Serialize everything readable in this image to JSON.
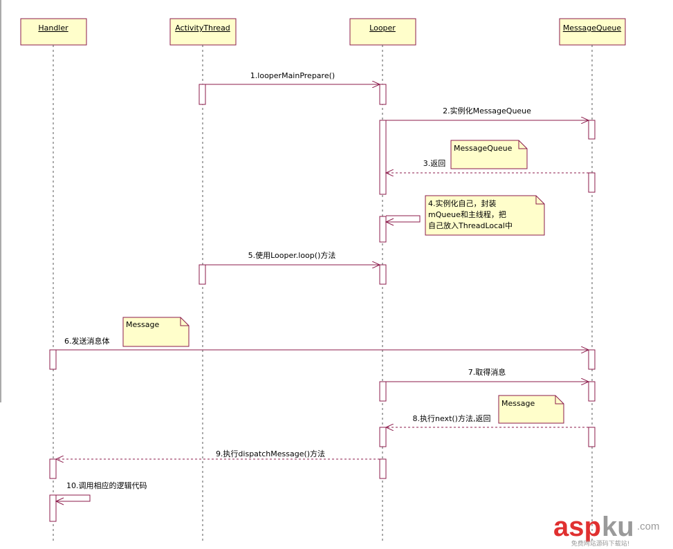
{
  "lifelines": [
    {
      "id": "handler",
      "label": "Handler"
    },
    {
      "id": "activitythread",
      "label": "ActivityThread"
    },
    {
      "id": "looper",
      "label": "Looper"
    },
    {
      "id": "messagequeue",
      "label": "MessageQueue"
    }
  ],
  "messages": [
    {
      "id": "m1",
      "label": "1.looperMainPrepare()"
    },
    {
      "id": "m2",
      "label": "2.实例化MessageQueue"
    },
    {
      "id": "m3",
      "label": "3.返回"
    },
    {
      "id": "m4",
      "label_lines": [
        "4.实例化自己，封装",
        "mQueue和主线程，把",
        "自己放入ThreadLocal中"
      ]
    },
    {
      "id": "m5",
      "label": "5.使用Looper.loop()方法"
    },
    {
      "id": "m6",
      "label": "6.发送消息体"
    },
    {
      "id": "m7",
      "label": "7.取得消息"
    },
    {
      "id": "m8",
      "label": "8.执行next()方法,返回"
    },
    {
      "id": "m9",
      "label": "9.执行dispatchMessage()方法"
    },
    {
      "id": "m10",
      "label": "10.调用相应的逻辑代码"
    }
  ],
  "notes": {
    "note_messagequeue": "MessageQueue",
    "note_message_1": "Message",
    "note_message_2": "Message"
  },
  "watermark": {
    "brand_asp": "asp",
    "brand_ku": "ku",
    "brand_com": ".com",
    "tagline": "免费网站源码下载站!"
  },
  "colors": {
    "lifeline_stroke": "#8b1a4a",
    "lifeline_fill": "#fffecb",
    "activation_stroke": "#8b1a4a",
    "arrow": "#8b1a4a",
    "note_fill": "#fffecb",
    "note_stroke": "#8b1a4a",
    "watermark_red": "#e03030",
    "watermark_grey": "#9a9a9a"
  }
}
